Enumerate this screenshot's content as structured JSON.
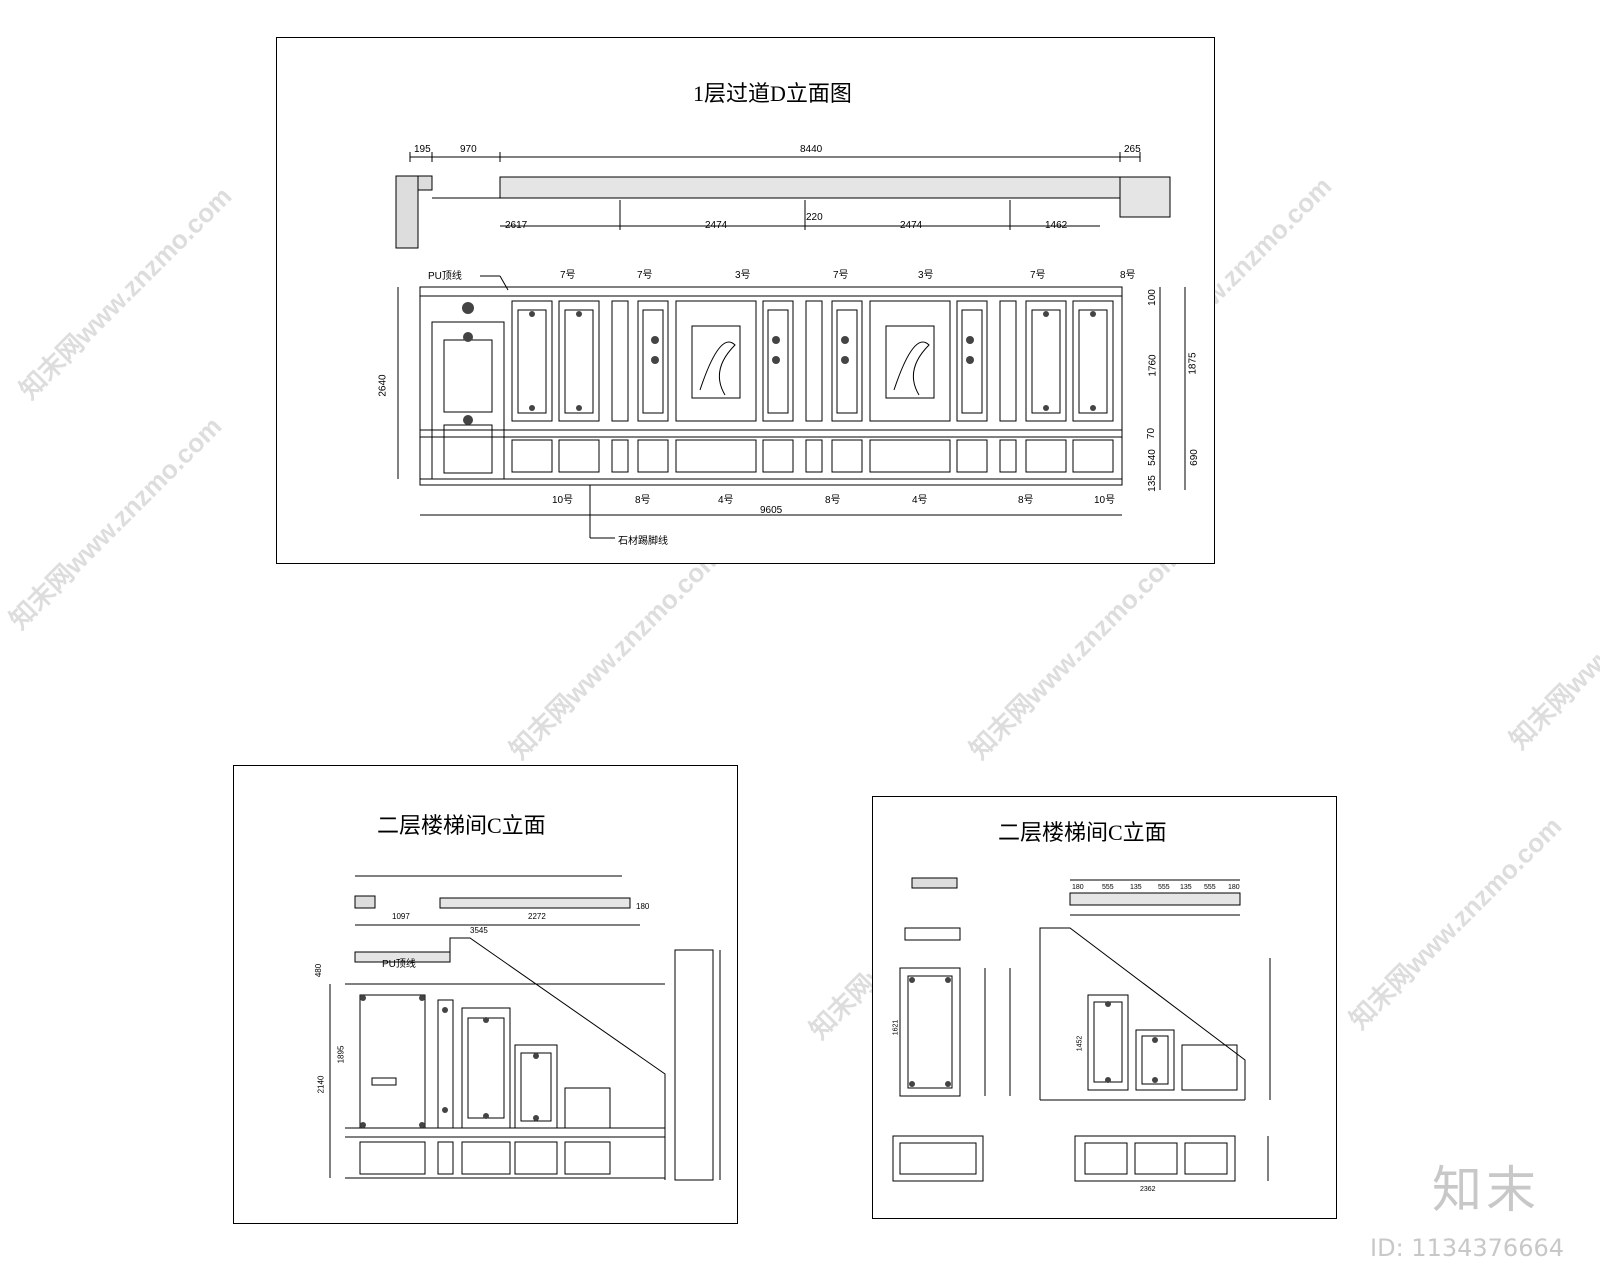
{
  "sheets": {
    "corridor": {
      "title": "1层过道D立面图",
      "dims_top": [
        "195",
        "970",
        "8440",
        "265"
      ],
      "dims_mid": [
        "2617",
        "2474",
        "220",
        "2474",
        "1462"
      ],
      "dims_bottom": "9605",
      "dims_left": "2640",
      "dims_right_a": [
        "100",
        "1760",
        "70",
        "540",
        "135"
      ],
      "dims_right_b": [
        "1875",
        "690"
      ],
      "labels_top": [
        "PU顶线",
        "7号",
        "7号",
        "3号",
        "7号",
        "3号",
        "7号",
        "8号"
      ],
      "labels_bottom": [
        "10号",
        "8号",
        "4号",
        "8号",
        "4号",
        "8号",
        "10号"
      ],
      "label_base": "石材踢脚线"
    },
    "stair_left": {
      "title": "二层楼梯间C立面",
      "labels": [
        "PU顶线"
      ],
      "dims": [
        "1097",
        "3545",
        "2272",
        "2140",
        "480",
        "1895",
        "180"
      ]
    },
    "stair_right": {
      "title": "二层楼梯间C立面",
      "dims": [
        "180",
        "555",
        "135",
        "555",
        "135",
        "555",
        "180",
        "2362",
        "1621",
        "1452"
      ]
    }
  },
  "watermark": {
    "text": "知末网www.znzmo.com"
  },
  "brand": {
    "logo_text": "知末",
    "id_text": "ID: 1134376664"
  }
}
